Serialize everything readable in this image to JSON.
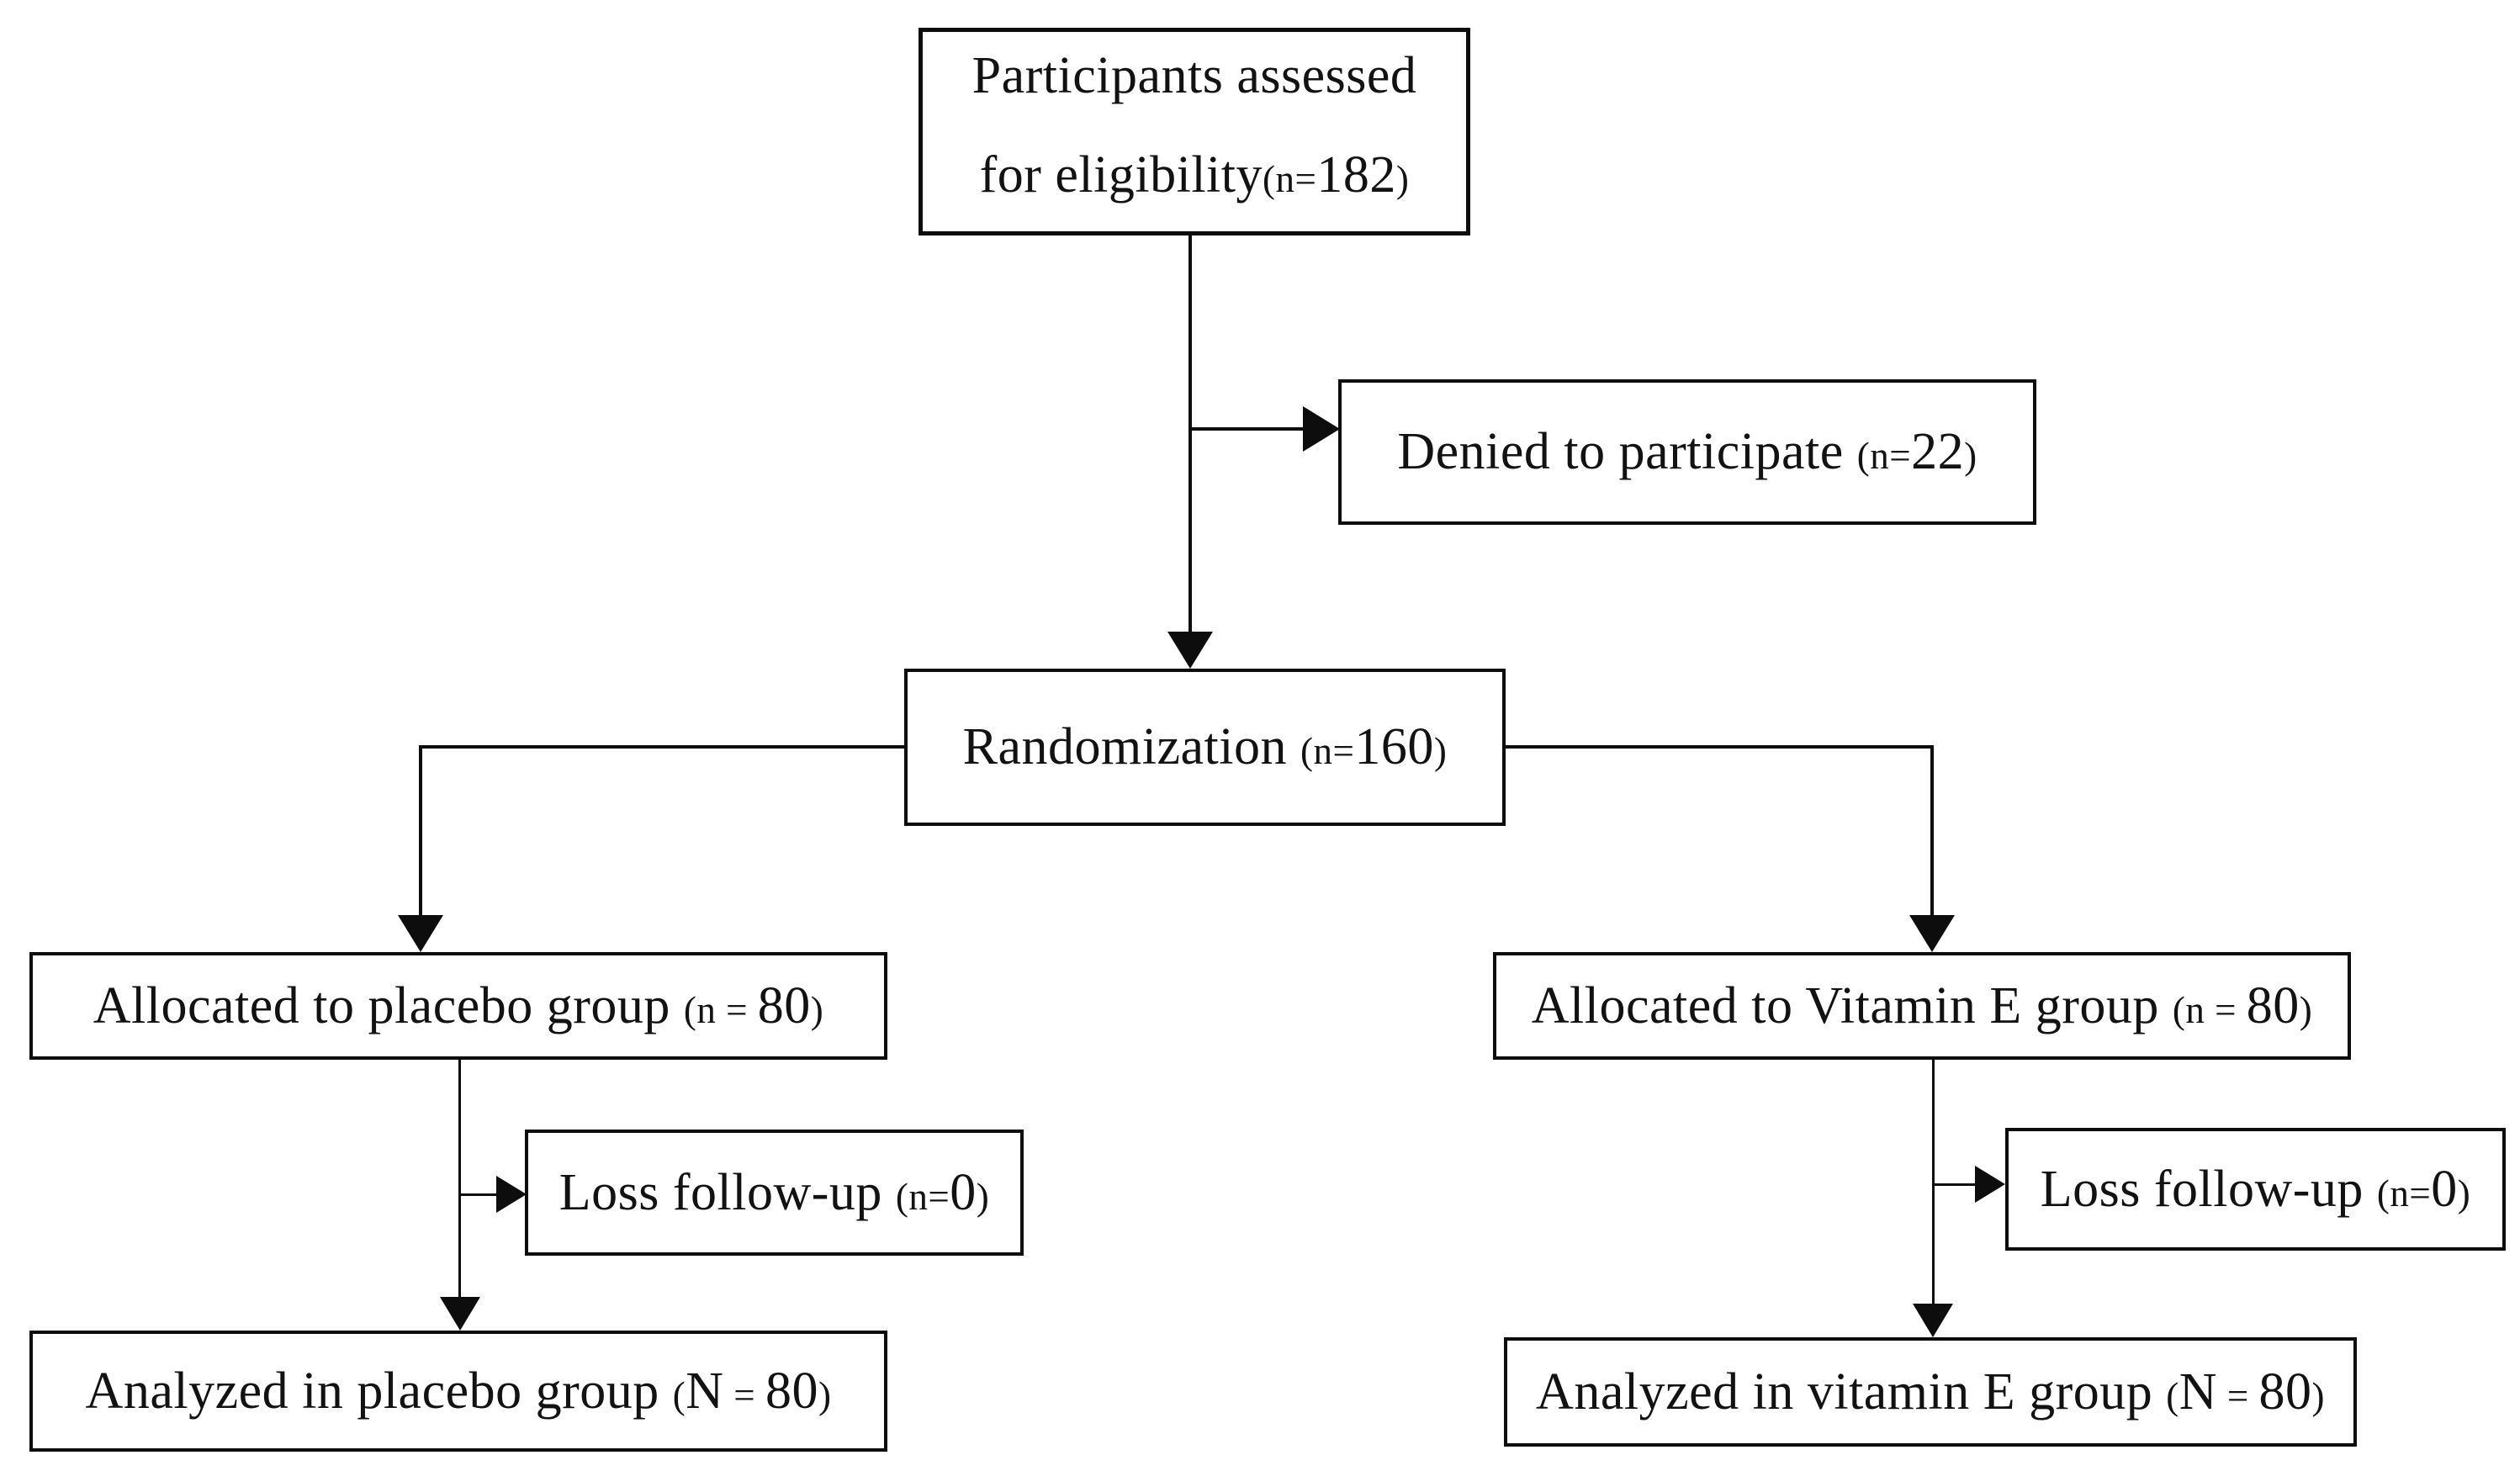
{
  "diagram": {
    "type": "flowchart",
    "description": "CONSORT-style participant flow diagram of a randomized placebo vs Vitamin E trial",
    "colors": {
      "background": "#ffffff",
      "box_border": "#0d0d0d",
      "connector": "#0d0d0d",
      "text": "#121212"
    },
    "nodes": {
      "eligibility": {
        "line1": "Participants assessed",
        "line2": "for eligibility",
        "n_open": "(n=",
        "n_value": "182",
        "n_close": ")"
      },
      "denied": {
        "text": "Denied to participate ",
        "n_open": "(n=",
        "n_value": "22",
        "n_close": ")"
      },
      "randomization": {
        "text": "Randomization ",
        "n_open": "(n=",
        "n_value": "160",
        "n_close": ")"
      },
      "alloc_placebo": {
        "text": "Allocated to placebo group ",
        "n_open": "(n = ",
        "n_value": "80",
        "n_close": ")"
      },
      "alloc_vitamin_e": {
        "text": "Allocated to Vitamin E group ",
        "n_open": "(n = ",
        "n_value": "80",
        "n_close": ")"
      },
      "loss_left": {
        "text": "Loss follow-up ",
        "n_open": "(n=",
        "n_value": "0",
        "n_close": ")"
      },
      "loss_right": {
        "text": "Loss follow-up ",
        "n_open": "(n=",
        "n_value": "0",
        "n_close": ")"
      },
      "analyzed_placebo": {
        "text": "Analyzed in placebo group ",
        "n_open": "(",
        "n_letter": "N",
        "n_eq": " = ",
        "n_value": "80",
        "n_close": ")"
      },
      "analyzed_vitamin_e": {
        "text": "Analyzed in vitamin E group ",
        "n_open": "(",
        "n_letter": "N",
        "n_eq": " = ",
        "n_value": "80",
        "n_close": ")"
      }
    },
    "edges": [
      {
        "from": "eligibility",
        "to": "denied"
      },
      {
        "from": "eligibility",
        "to": "randomization"
      },
      {
        "from": "randomization",
        "to": "alloc_placebo"
      },
      {
        "from": "randomization",
        "to": "alloc_vitamin_e"
      },
      {
        "from": "alloc_placebo",
        "to": "loss_left"
      },
      {
        "from": "alloc_placebo",
        "to": "analyzed_placebo"
      },
      {
        "from": "alloc_vitamin_e",
        "to": "loss_right"
      },
      {
        "from": "alloc_vitamin_e",
        "to": "analyzed_vitamin_e"
      }
    ]
  }
}
